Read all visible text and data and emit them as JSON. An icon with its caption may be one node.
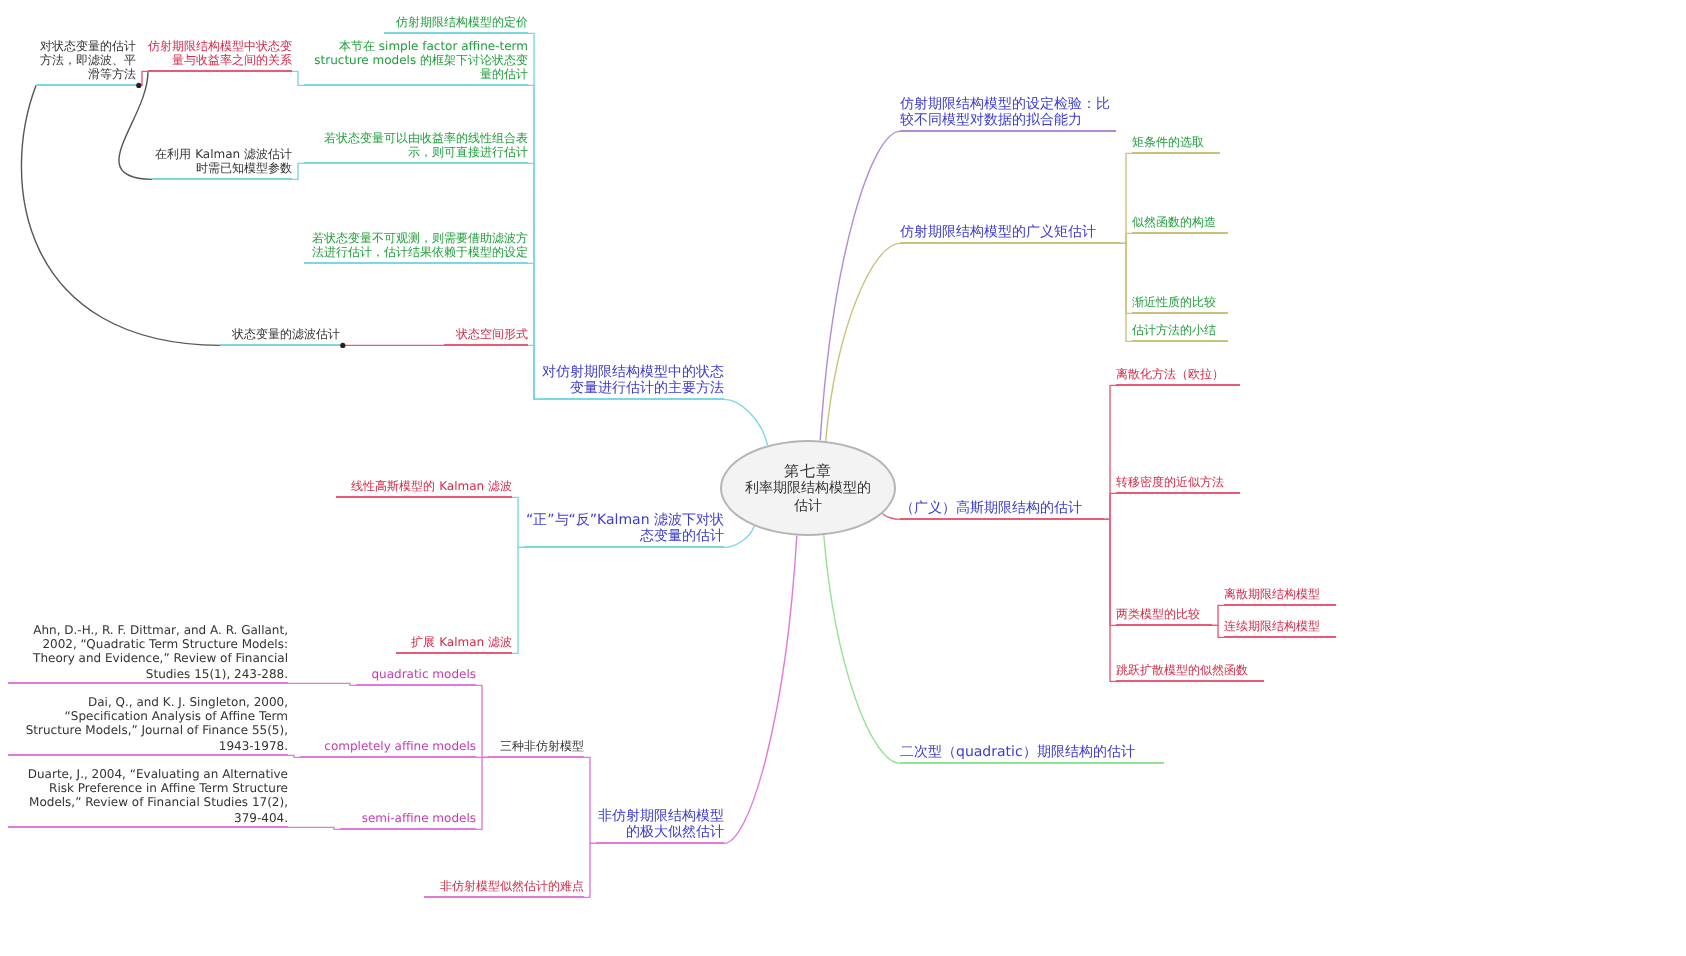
{
  "diagram": {
    "nodes": [
      {
        "text": [
          "第七章",
          "利率期限结构模型的估计"
        ]
      },
      {
        "text": [
          "仿射期限结构模型的设定检验：比较不同模型对数据的拟合能力"
        ]
      },
      {
        "text": [
          "仿射期限结构模型的广义矩估计"
        ]
      },
      {
        "text": [
          "（广义）高斯期限结构的估计"
        ]
      },
      {
        "text": [
          "二次型（quadratic）期限结构的估计"
        ]
      },
      {
        "text": [
          "对仿射期限结构模型中的状态变量进行估计的主要方法"
        ]
      },
      {
        "text": [
          "“正”与“反”Kalman 滤波下对状态变量的估计"
        ]
      },
      {
        "text": [
          "非仿射期限结构模型的极大似然估计"
        ]
      },
      {
        "text": [
          "矩条件的选取"
        ]
      },
      {
        "text": [
          "似然函数的构造"
        ]
      },
      {
        "text": [
          "渐近性质的比较"
        ]
      },
      {
        "text": [
          "估计方法的小结"
        ]
      },
      {
        "text": [
          "离散化方法（欧拉）"
        ]
      },
      {
        "text": [
          "转移密度的近似方法"
        ]
      },
      {
        "text": [
          "两类模型的比较"
        ]
      },
      {
        "text": [
          "离散期限结构模型"
        ]
      },
      {
        "text": [
          "连续期限结构模型"
        ]
      },
      {
        "text": [
          "跳跃扩散模型的似然函数"
        ]
      },
      {
        "text": [
          "三种非仿射模型"
        ]
      },
      {
        "text": [
          "quadratic models"
        ]
      },
      {
        "text": [
          "completely affine models"
        ]
      },
      {
        "text": [
          "semi-affine models"
        ]
      },
      {
        "text": [
          "Ahn, D.-H., R. F. Dittmar, and A. R. Gallant, 2002, “Quadratic Term Structure Models: Theory and Evidence,” Review of Financial Studies 15(1), 243-288."
        ]
      },
      {
        "text": [
          "Dai, Q., and K. J. Singleton, 2000, “Specification Analysis of Affine Term Structure Models,” Journal of Finance 55(5), 1943-1978."
        ]
      },
      {
        "text": [
          "Duarte, J., 2004, “Evaluating an Alternative Risk Preference in Affine Term Structure Models,” Review of Financial Studies 17(2), 379-404."
        ]
      },
      {
        "text": [
          "非仿射模型似然估计的难点"
        ]
      },
      {
        "text": [
          "仿射期限结构模型的定价"
        ]
      },
      {
        "text": [
          "本节在 simple factor affine-term structure models 的框架下讨论状态变量的估计"
        ]
      },
      {
        "text": [
          "若状态变量可以由收益率的线性组合表示，则可直接进行估计"
        ]
      },
      {
        "text": [
          "若状态变量不可观测，则需要借助滤波方法进行估计，估计结果依赖于模型的设定"
        ]
      },
      {
        "text": [
          "仿射期限结构模型中状态变量与收益率之间的关系"
        ]
      },
      {
        "text": [
          "对状态变量的估计方法，即滤波、平滑等方法"
        ]
      },
      {
        "text": [
          "在利用 Kalman 滤波估计时需已知模型参数"
        ]
      },
      {
        "text": [
          "状态空间形式"
        ]
      },
      {
        "text": [
          "状态变量的滤波估计"
        ]
      },
      {
        "text": [
          "线性高斯模型的 Kalman 滤波"
        ]
      },
      {
        "text": [
          "扩展 Kalman 滤波"
        ]
      }
    ],
    "edges": [
      {
        "from": 0,
        "to": 1,
        "arrow": "none",
        "color": "#b48ad6"
      },
      {
        "from": 0,
        "to": 2,
        "arrow": "none",
        "color": "#c9c27a"
      },
      {
        "from": 0,
        "to": 3,
        "arrow": "none",
        "color": "#ea5a74"
      },
      {
        "from": 0,
        "to": 4,
        "arrow": "none",
        "color": "#92e492"
      },
      {
        "from": 0,
        "to": 5,
        "arrow": "none",
        "color": "#7ad8e4"
      },
      {
        "from": 0,
        "to": 6,
        "arrow": "none",
        "color": "#7ad8e4"
      },
      {
        "from": 0,
        "to": 7,
        "arrow": "none",
        "color": "#e07ad8"
      },
      {
        "from": 2,
        "to": 8,
        "arrow": "none",
        "color": "#c9c27a"
      },
      {
        "from": 2,
        "to": 9,
        "arrow": "none",
        "color": "#c9c27a"
      },
      {
        "from": 2,
        "to": 10,
        "arrow": "none",
        "color": "#c9c27a"
      },
      {
        "from": 2,
        "to": 11,
        "arrow": "none",
        "color": "#c9c27a"
      },
      {
        "from": 3,
        "to": 12,
        "arrow": "none",
        "color": "#ea5a74"
      },
      {
        "from": 3,
        "to": 13,
        "arrow": "none",
        "color": "#ea5a74"
      },
      {
        "from": 3,
        "to": 14,
        "arrow": "none",
        "color": "#ea5a74"
      },
      {
        "from": 3,
        "to": 17,
        "arrow": "none",
        "color": "#ea5a74"
      },
      {
        "from": 14,
        "to": 15,
        "arrow": "none",
        "color": "#ea5a74"
      },
      {
        "from": 14,
        "to": 16,
        "arrow": "none",
        "color": "#ea5a74"
      },
      {
        "from": 7,
        "to": 18,
        "arrow": "none",
        "color": "#e07ad8"
      },
      {
        "from": 7,
        "to": 25,
        "arrow": "none",
        "color": "#e07ad8"
      },
      {
        "from": 18,
        "to": 19,
        "arrow": "none",
        "color": "#e07ad8"
      },
      {
        "from": 18,
        "to": 20,
        "arrow": "none",
        "color": "#e07ad8"
      },
      {
        "from": 18,
        "to": 21,
        "arrow": "none",
        "color": "#e07ad8"
      },
      {
        "from": 19,
        "to": 22,
        "arrow": "none",
        "color": "#e07ad8"
      },
      {
        "from": 20,
        "to": 23,
        "arrow": "none",
        "color": "#e07ad8"
      },
      {
        "from": 21,
        "to": 24,
        "arrow": "none",
        "color": "#e07ad8"
      },
      {
        "from": 5,
        "to": 26,
        "arrow": "none",
        "color": "#7ad8e4"
      },
      {
        "from": 5,
        "to": 27,
        "arrow": "none",
        "color": "#7ad8e4"
      },
      {
        "from": 5,
        "to": 28,
        "arrow": "none",
        "color": "#7ad8e4"
      },
      {
        "from": 5,
        "to": 29,
        "arrow": "none",
        "color": "#7ad8e4"
      },
      {
        "from": 27,
        "to": 30,
        "arrow": "none",
        "color": "#7ad8e4"
      },
      {
        "from": 30,
        "to": 31,
        "arrow": "none",
        "color": "#ea5a74"
      },
      {
        "from": 28,
        "to": 32,
        "arrow": "none",
        "color": "#7ad8e4"
      },
      {
        "from": 5,
        "to": 33,
        "arrow": "none",
        "color": "#7ad8e4"
      },
      {
        "from": 33,
        "to": 34,
        "arrow": "none",
        "color": "#ea5a74"
      },
      {
        "from": 6,
        "to": 35,
        "arrow": "none",
        "color": "#7ad8e4"
      },
      {
        "from": 6,
        "to": 36,
        "arrow": "none",
        "color": "#7ad8e4"
      },
      {
        "from": 30,
        "to": 32,
        "arrow": "none",
        "color": "#555555"
      },
      {
        "from": 31,
        "to": 34,
        "arrow": "none",
        "color": "#555555"
      }
    ]
  }
}
